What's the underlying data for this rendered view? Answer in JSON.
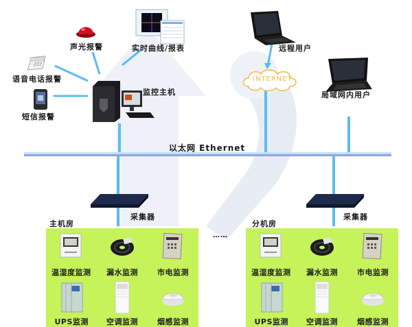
{
  "diagram": {
    "network_label": "以太网 Ethernet",
    "host": {
      "label": "监控主机"
    },
    "outputs": [
      {
        "id": "sound-light-alarm",
        "label": "声光报警"
      },
      {
        "id": "realtime-curve-report",
        "label": "实时曲线/报表"
      },
      {
        "id": "voice-phone-alarm",
        "label": "语音电话报警"
      },
      {
        "id": "sms-alarm",
        "label": "短信报警"
      }
    ],
    "remote_user": {
      "label": "远程用户"
    },
    "internet": {
      "label": "INTERNET"
    },
    "lan_user": {
      "label": "局域网内用户"
    },
    "collector_label": "采集器",
    "ellipsis": "……",
    "rooms": [
      {
        "name": "主机房",
        "devices": [
          {
            "label": "温湿度监测",
            "icon": "thermo-hygrometer-icon"
          },
          {
            "label": "漏水监测",
            "icon": "water-leak-cable-icon"
          },
          {
            "label": "市电监测",
            "icon": "power-meter-icon"
          },
          {
            "label": "UPS监测",
            "icon": "ups-cabinet-icon"
          },
          {
            "label": "空调监测",
            "icon": "air-conditioner-icon"
          },
          {
            "label": "烟感监测",
            "icon": "smoke-detector-icon"
          }
        ]
      },
      {
        "name": "分机房",
        "devices": [
          {
            "label": "温湿度监测",
            "icon": "thermo-hygrometer-icon"
          },
          {
            "label": "漏水监测",
            "icon": "water-leak-cable-icon"
          },
          {
            "label": "市电监测",
            "icon": "power-meter-icon"
          },
          {
            "label": "UPS监测",
            "icon": "ups-cabinet-icon"
          },
          {
            "label": "空调监测",
            "icon": "air-conditioner-icon"
          },
          {
            "label": "烟感监测",
            "icon": "smoke-detector-icon"
          }
        ]
      }
    ],
    "colors": {
      "link": "#5bbcf0",
      "bus": "#9aa0dc",
      "room_bg": "#c6f25a",
      "internet": "#f5b945",
      "watermark": "#e4e9f3"
    }
  }
}
